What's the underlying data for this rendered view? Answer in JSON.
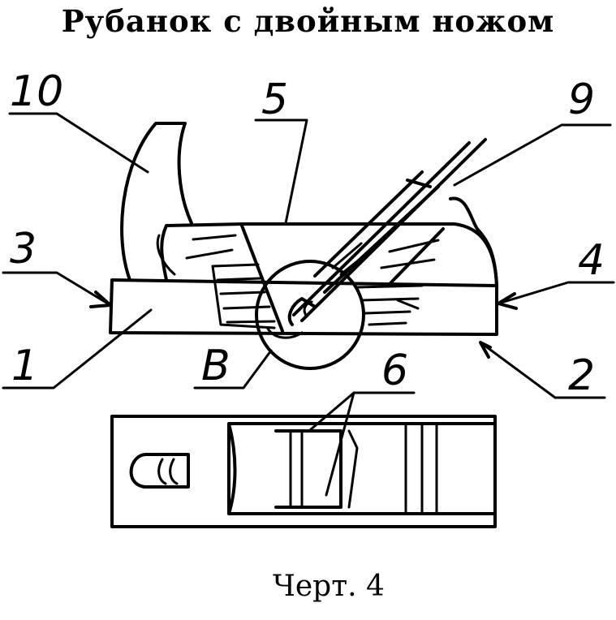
{
  "title": "Рубанок с двойным ножом",
  "caption": "Черт. 4",
  "labels": {
    "l10": "10",
    "l5": "5",
    "l9": "9",
    "l3": "3",
    "l4": "4",
    "l1": "1",
    "lB": "В",
    "l6": "6",
    "l2": "2"
  }
}
